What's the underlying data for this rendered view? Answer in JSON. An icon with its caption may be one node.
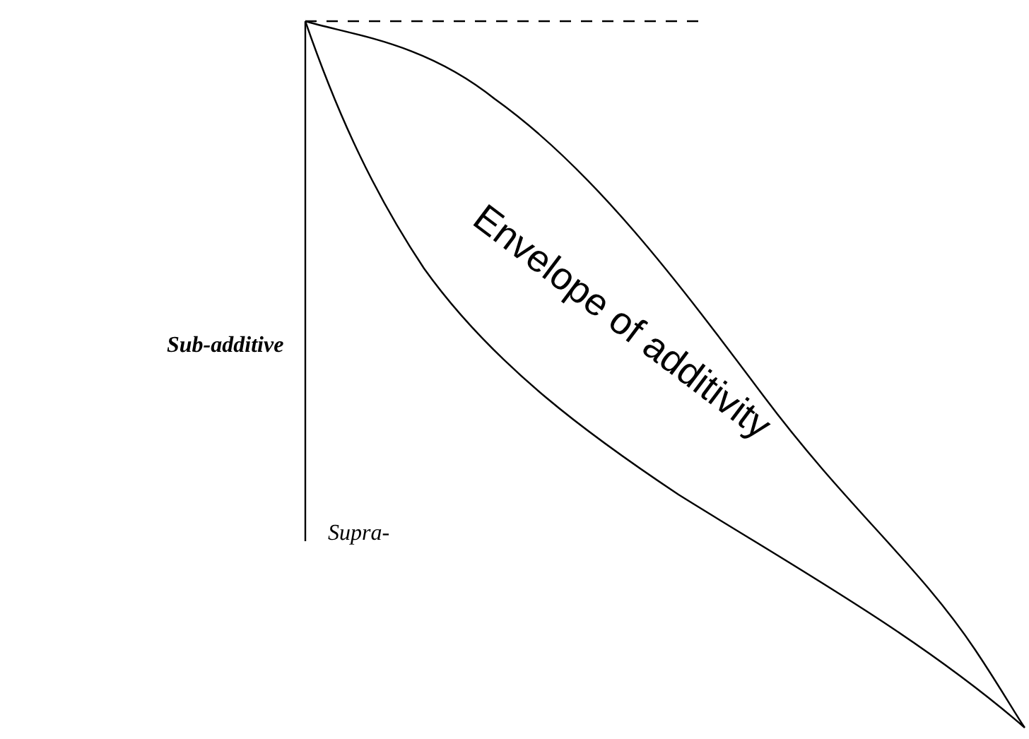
{
  "diagram": {
    "nodes": [
      {
        "text": [
          "Envelope of additivity"
        ]
      }
    ],
    "labels": [
      "Sub-additive",
      "Supra-"
    ]
  }
}
